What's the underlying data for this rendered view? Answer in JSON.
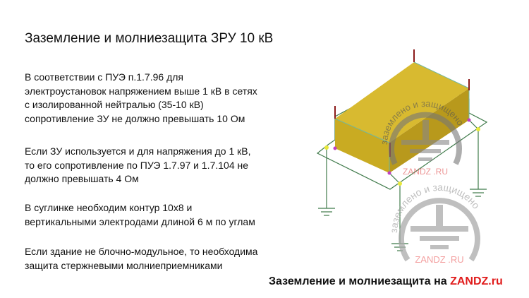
{
  "slide": {
    "title": "Заземление и молниезащита ЗРУ 10 кВ",
    "paragraphs": [
      [
        "В соответствии с ПУЭ п.1.7.96 для",
        "электроустановок напряжением выше 1 кВ в сетях",
        "с изолированной нейтралью (35-10 кВ)",
        "сопротивление ЗУ не должно превышать 10 Ом"
      ],
      [
        "Если ЗУ используется и для напряжения до 1 кВ,",
        "то его сопротивление по ПУЭ 1.7.97 и 1.7.104  не",
        "должно превышать 4 Ом"
      ],
      [
        "В суглинке необходим контур 10х8 и",
        "вертикальными электродами длиной 6 м по углам"
      ],
      [
        "Если здание не блочно-модульное, то необходима",
        "защита стержневыми молниеприемниками"
      ]
    ],
    "footer": {
      "text": "Заземление и молниезащита на ",
      "brand": "ZANDZ.ru"
    }
  },
  "watermark": {
    "arc_text": "заземлено и защищено",
    "site": "ZANDZ .RU"
  },
  "colors": {
    "building": "#cfb22a",
    "contour": "#3f7a4a",
    "rod": "#8b1a1a",
    "brand": "#e01b1b",
    "watermark": "#9a9a9a"
  }
}
